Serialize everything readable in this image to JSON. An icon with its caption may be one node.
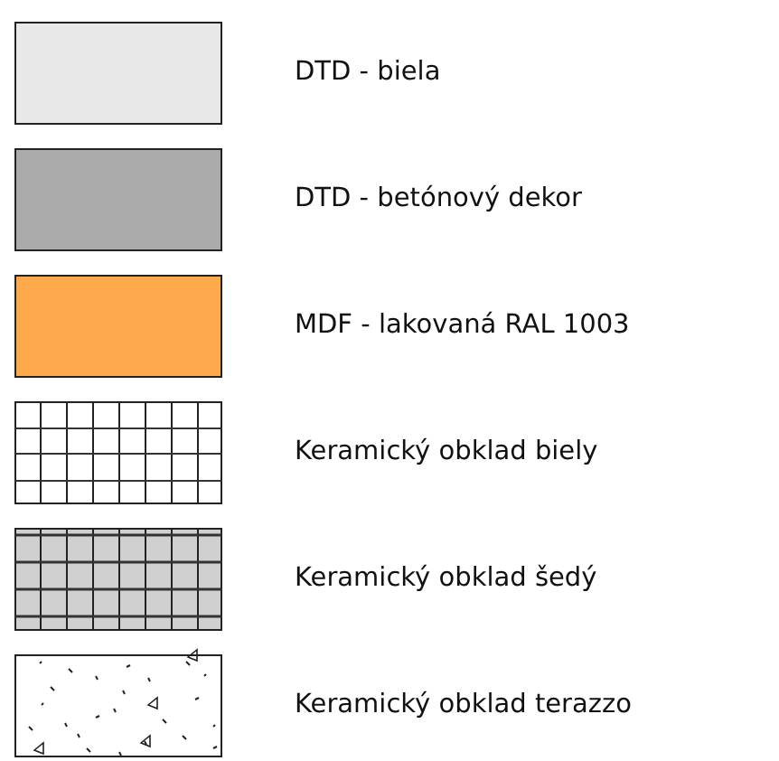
{
  "diagram": {
    "legend": [
      {
        "text": "DTD - biela",
        "color": "#e8e8e8"
      },
      {
        "text": "DTD - betónový dekor",
        "color": "#ababab"
      },
      {
        "text": "MDF - lakovaná RAL 1003",
        "color": "#ffa94d"
      },
      {
        "text": "Keramický obklad biely"
      },
      {
        "text": "Keramický obklad šedý"
      },
      {
        "text": "Keramický obklad terazzo"
      }
    ]
  }
}
